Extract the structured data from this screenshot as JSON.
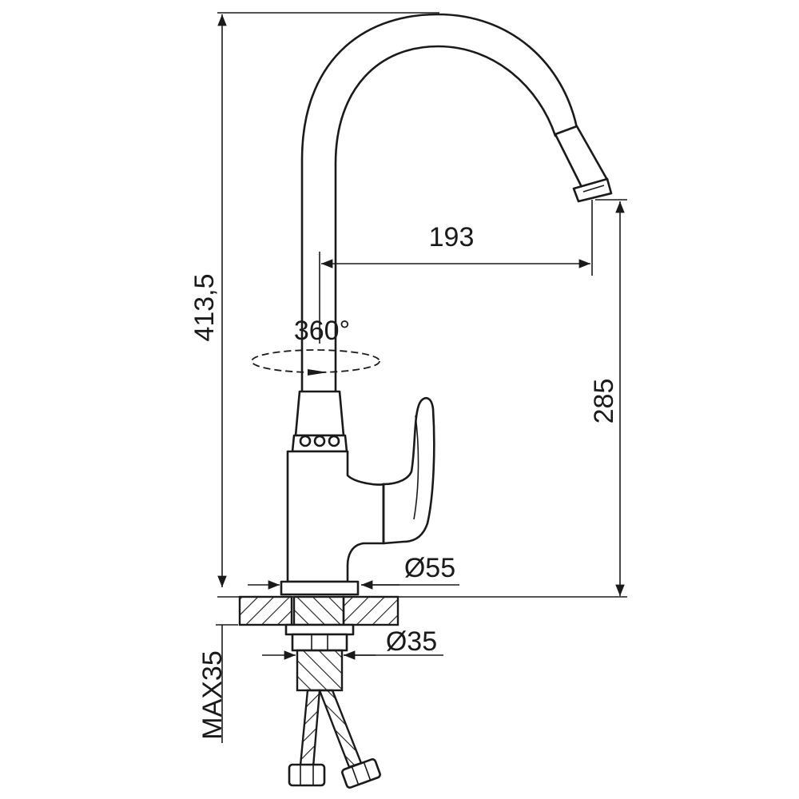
{
  "drawing": {
    "dimensions": {
      "total_height": "413,5",
      "reach": "193",
      "spout_height": "285",
      "rotation": "360°",
      "base_diameter": "Ø55",
      "thread_diameter": "Ø35",
      "max_mount_thickness": "MAX35"
    }
  }
}
